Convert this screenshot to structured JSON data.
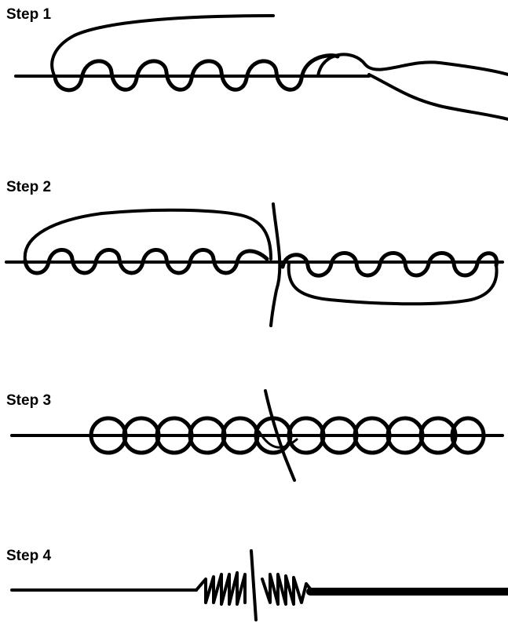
{
  "steps": [
    {
      "label": "Step 1"
    },
    {
      "label": "Step 2"
    },
    {
      "label": "Step 3"
    },
    {
      "label": "Step 4"
    }
  ],
  "colors": {
    "line": "#000000",
    "background": "#ffffff"
  }
}
